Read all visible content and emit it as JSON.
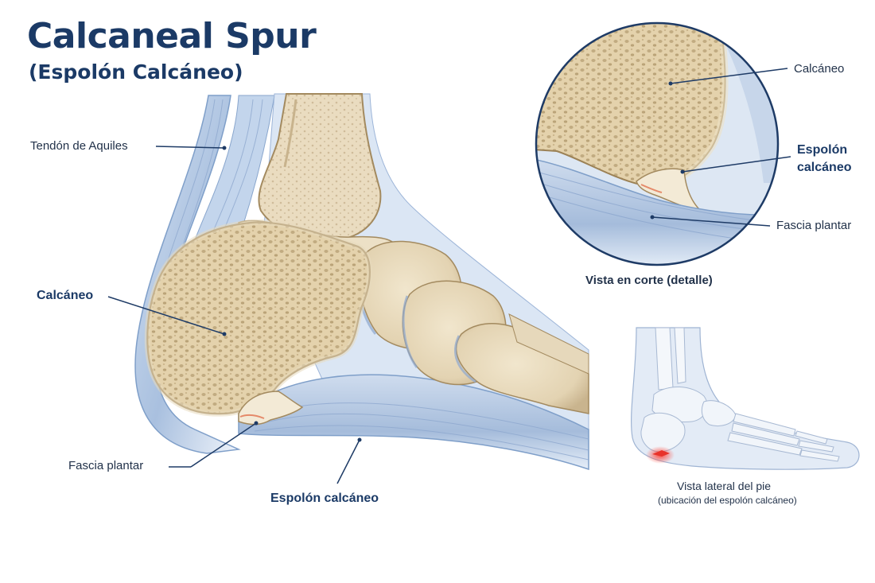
{
  "header": {
    "title": "Calcaneal Spur",
    "subtitle": "(Espolón Calcáneo)"
  },
  "main_view": {
    "labels": {
      "achilles": "Tendón de Aquiles",
      "calcaneus": "Calcáneo",
      "plantar_fascia": "Fascia plantar",
      "spur": "Espolón calcáneo"
    }
  },
  "detail_view": {
    "labels": {
      "calcaneus": "Calcáneo",
      "spur_line1": "Espolón",
      "spur_line2": "calcáneo",
      "plantar_fascia": "Fascia plantar"
    },
    "caption": "Vista en corte (detalle)"
  },
  "lateral_view": {
    "caption": "Vista lateral del pie",
    "subcaption": "(ubicación del espolón calcáneo)"
  },
  "colors": {
    "title": "#1b3a66",
    "bone": "#e9dcc0",
    "bone_dark": "#c9b48e",
    "tendon": "#b9cde6",
    "tendon_dark": "#7f9fc9",
    "outline": "#1e3b66",
    "spur_highlight": "#e8332a"
  }
}
